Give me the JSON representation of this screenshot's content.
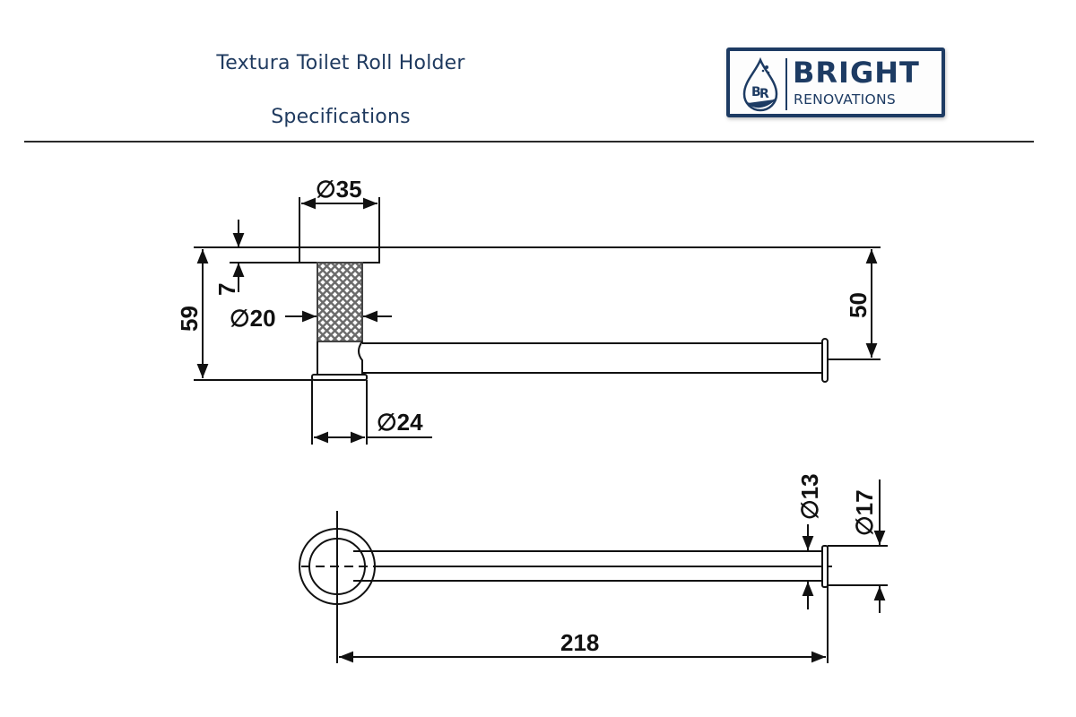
{
  "header": {
    "title": "Textura Toilet Roll Holder",
    "subtitle": "Specifications"
  },
  "logo": {
    "line1": "BRIGHT",
    "line2": "RENOVATIONS",
    "monogram": "BR",
    "color": "#1d3b63"
  },
  "drawing": {
    "side_view": {
      "flange_diameter": "35",
      "flange_thickness": "7",
      "overall_height": "59",
      "textured_stem_diameter": "20",
      "base_diameter": "24",
      "arm_offset": "50"
    },
    "top_view": {
      "arm_diameter": "13",
      "end_cap_diameter": "17",
      "overall_length": "218"
    },
    "diameter_symbol": "∅"
  }
}
